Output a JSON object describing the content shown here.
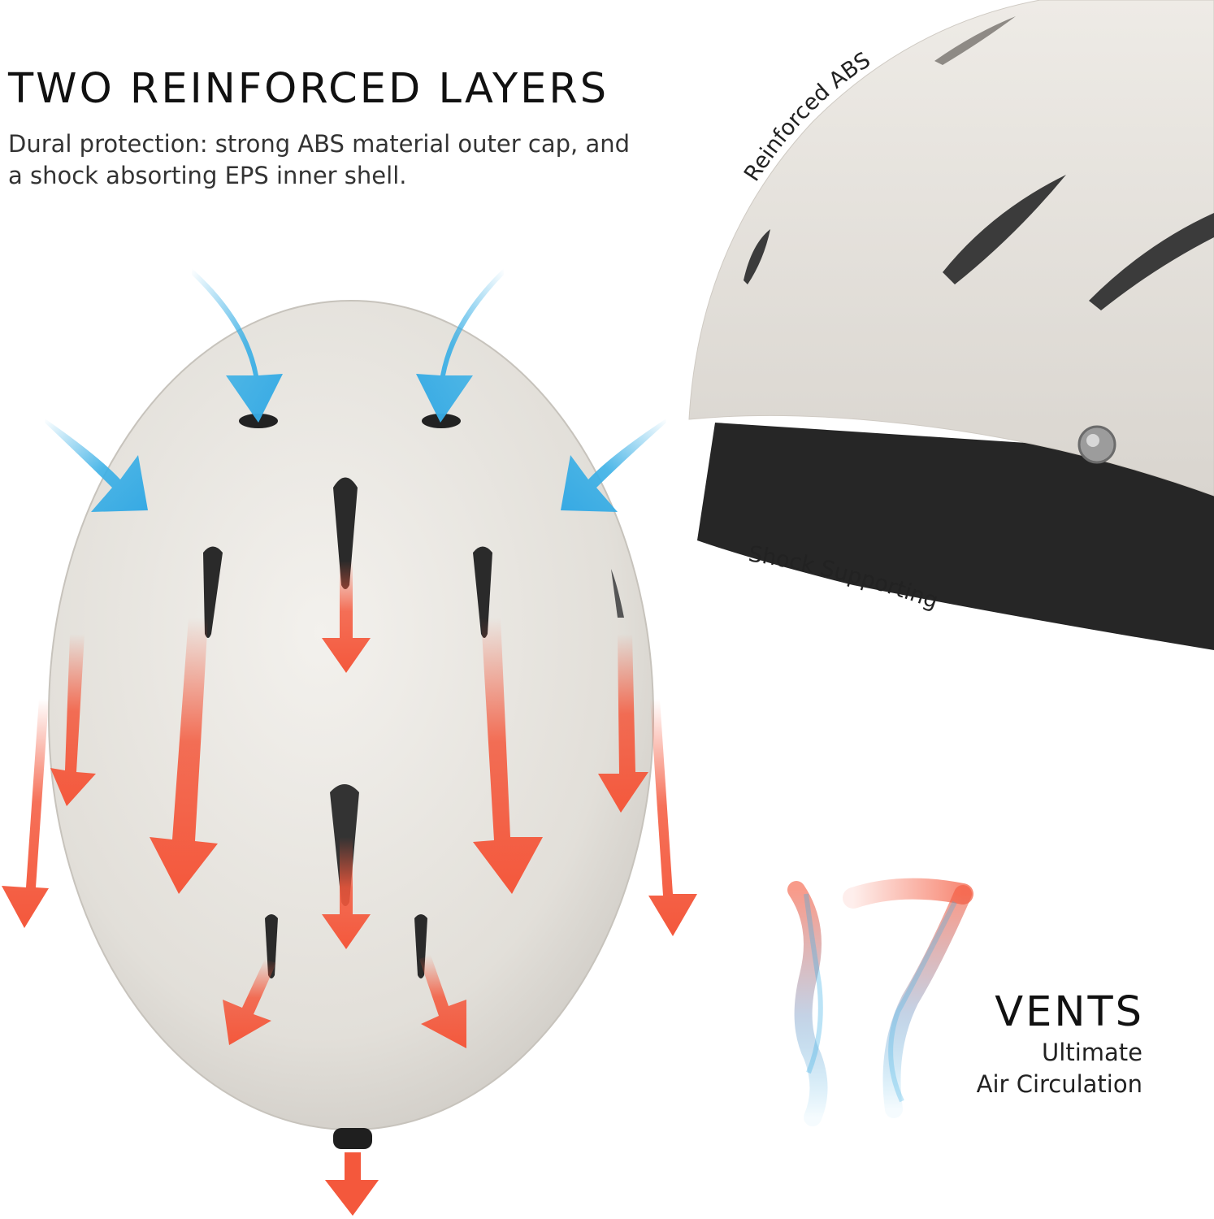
{
  "header": {
    "title": "TWO REINFORCED LAYERS",
    "subtitle": "Dural protection: strong ABS material outer cap, and a shock absorting EPS inner shell."
  },
  "side_helmet": {
    "label_outer": "Reinforced ABS",
    "label_inner": "Shock Supporting"
  },
  "vents": {
    "count": "17",
    "title": "VENTS",
    "subtitle_line1": "Ultimate",
    "subtitle_line2": "Air Circulation"
  },
  "colors": {
    "helmet_shell": "#e4e1dc",
    "liner": "#2a2a2a",
    "intake_arrow": "#3bb0e6",
    "exhaust_arrow": "#f4583c",
    "text": "#111111"
  },
  "icons": {
    "intake": "intake-arrow-icon",
    "exhaust": "exhaust-arrow-icon"
  }
}
